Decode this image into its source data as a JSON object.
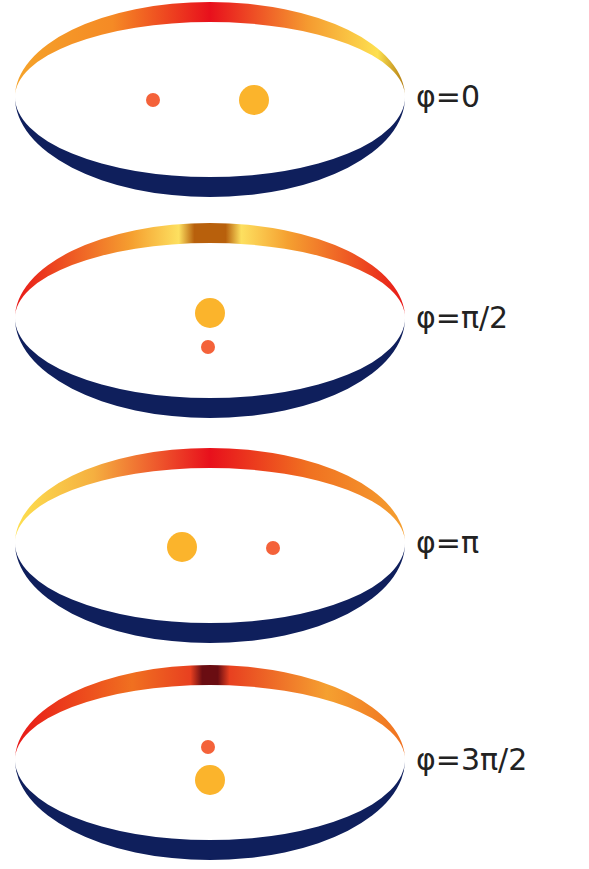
{
  "diagram": {
    "labels": [
      "φ=0",
      "φ=π/2",
      "φ=π",
      "φ=3π/2"
    ]
  }
}
